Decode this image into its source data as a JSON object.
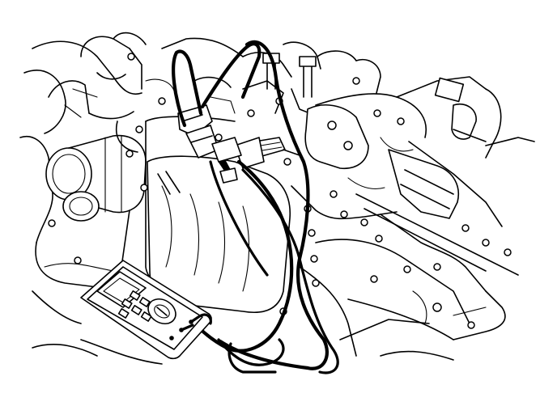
{
  "figure": {
    "kind": "line-art technical illustration",
    "colors": {
      "ink": "#000000",
      "paper": "#ffffff"
    },
    "parts": [
      {
        "id": "engine-block"
      },
      {
        "id": "starter-motor"
      },
      {
        "id": "intake-manifold"
      },
      {
        "id": "valve-cover"
      },
      {
        "id": "mounting-bracket"
      },
      {
        "id": "digital-multimeter"
      },
      {
        "id": "test-probe-leads"
      },
      {
        "id": "alligator-clips"
      },
      {
        "id": "connector-plug"
      }
    ]
  }
}
